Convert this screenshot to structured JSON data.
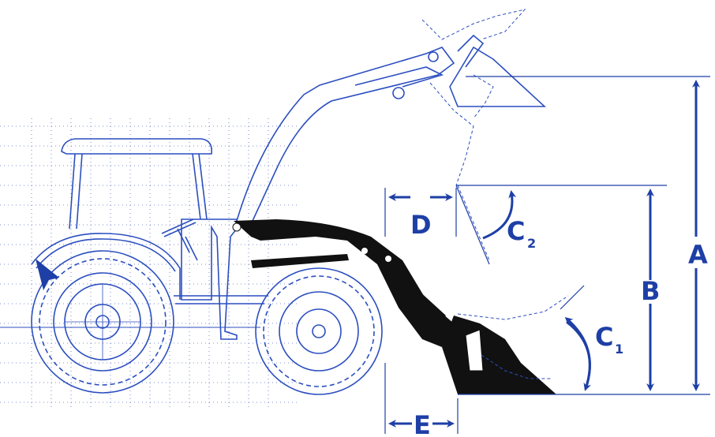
{
  "diagram": {
    "colors": {
      "line": "#2c4fc0",
      "dim": "#1e3fa6",
      "grid": "#5a6fc8",
      "loader": "#111111"
    },
    "labels": {
      "a": "A",
      "b": "B",
      "c1": "C",
      "c1_sub": "1",
      "c2": "C",
      "c2_sub": "2",
      "d": "D",
      "e": "E"
    }
  }
}
